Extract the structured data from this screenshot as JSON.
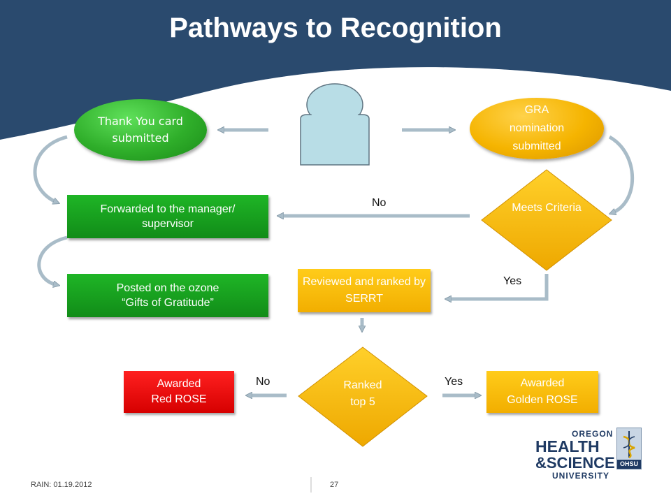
{
  "title": "Pathways to Recognition",
  "nodes": {
    "thank_you": "Thank You card submitted",
    "gra": "GRA nomination submitted",
    "meets": "Meets Criteria",
    "forwarded": "Forwarded to the manager/ supervisor",
    "posted_line1": "Posted on the ozone",
    "posted_line2": "“Gifts of Gratitude”",
    "reviewed": "Reviewed and ranked by SERRT",
    "ranked_line1": "Ranked",
    "ranked_line2": "top 5",
    "red_line1": "Awarded",
    "red_line2": "Red ROSE",
    "golden_line1": "Awarded",
    "golden_line2": "Golden ROSE"
  },
  "edge_labels": {
    "no1": "No",
    "yes1": "Yes",
    "no2": "No",
    "yes2": "Yes"
  },
  "footer": {
    "left": "RAIN:  01.19.2012",
    "page": "27"
  },
  "logo": {
    "line1": "OREGON",
    "line2": "HEALTH",
    "line3": "&SCIENCE",
    "line4": "UNIVERSITY",
    "badge": "OHSU"
  },
  "colors": {
    "header": "#2a4a6e",
    "green": "#1fa625",
    "gold": "#f5b400",
    "red": "#e60000",
    "arrow": "#a9bcc8",
    "person": "#b8dde6"
  }
}
